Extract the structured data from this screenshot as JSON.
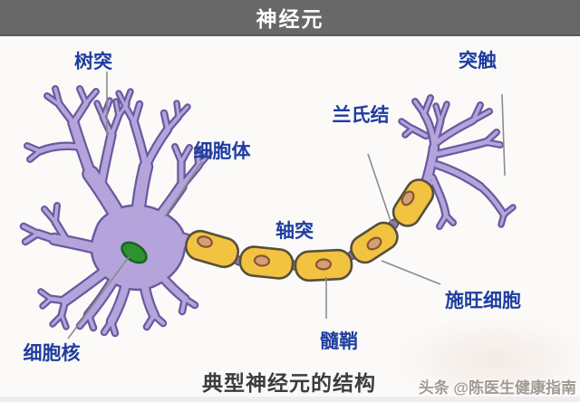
{
  "title": "神经元",
  "labels": {
    "dendrite": "树突",
    "synapse": "突触",
    "cell_body": "细胞体",
    "node_of_ranvier": "兰氏结",
    "axon": "轴突",
    "cell_nucleus": "细胞核",
    "myelin_sheath": "髓鞘",
    "schwann_cell": "施旺细胞"
  },
  "caption": "典型神经元的结构",
  "watermark": "头条 @陈医生健康指南",
  "colors": {
    "background": "#fbfaf8",
    "title_bar_bg": "#686868",
    "title_text": "#ffffff",
    "label_text": "#1e3da0",
    "annotation_line": "#8c8c8c",
    "neuron_fill": "#b5a4db",
    "neuron_outline": "#6a5aa0",
    "myelin_fill": "#f2c341",
    "myelin_outline": "#564f3c",
    "junction_fill": "#8d7a9e",
    "junction_outline": "#574862",
    "schwann_nucleus_fill": "#d2a074",
    "schwann_nucleus_outline": "#8a5533",
    "nucleus_fill": "#2e9233",
    "nucleus_outline": "#1c6121",
    "caption_text": "#3c3c3c",
    "watermark_text": "#a09a93"
  }
}
